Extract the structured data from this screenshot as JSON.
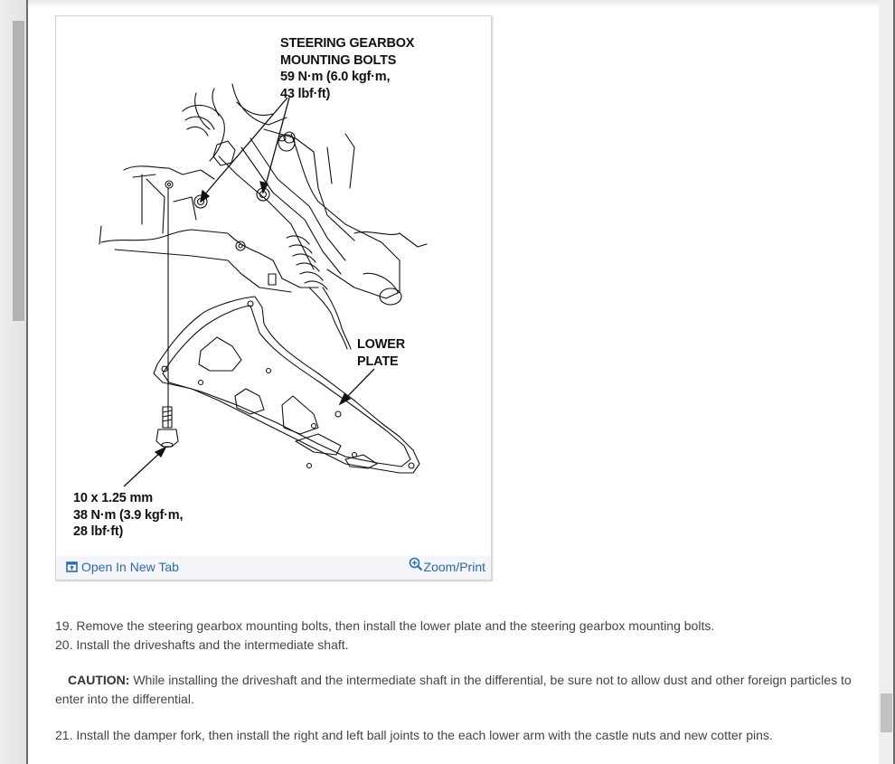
{
  "figure": {
    "labels": {
      "gearbox_bolts": [
        "STEERING GEARBOX",
        "MOUNTING BOLTS",
        "59 N·m (6.0 kgf·m,",
        "43 lbf·ft)"
      ],
      "lower_plate": [
        "LOWER",
        "PLATE"
      ],
      "plate_bolt": [
        "10 x 1.25 mm",
        "38 N·m (3.9 kgf·m,",
        "28 lbf·ft)"
      ]
    },
    "footer": {
      "open_in_new_tab": "Open In New Tab",
      "open_icon": "open-in-new-tab-icon",
      "zoom_print": "Zoom/Print",
      "zoom_icon": "zoom-in-icon"
    }
  },
  "steps": {
    "step19": "19. Remove the steering gearbox mounting bolts, then install the lower plate and the steering gearbox mounting bolts.",
    "step20": "20. Install the driveshafts and the intermediate shaft.",
    "caution_label": "CAUTION:",
    "caution_text": " While installing the driveshaft and the intermediate shaft in the differential, be sure not to allow dust and other foreign particles to enter into the differential.",
    "step21": "21. Install the damper fork, then install the right and left ball joints to the each lower arm with the castle nuts and new cotter pins."
  },
  "colors": {
    "link": "#2a6ab3",
    "text": "#444444",
    "footer_bg": "#f3f5f8"
  }
}
